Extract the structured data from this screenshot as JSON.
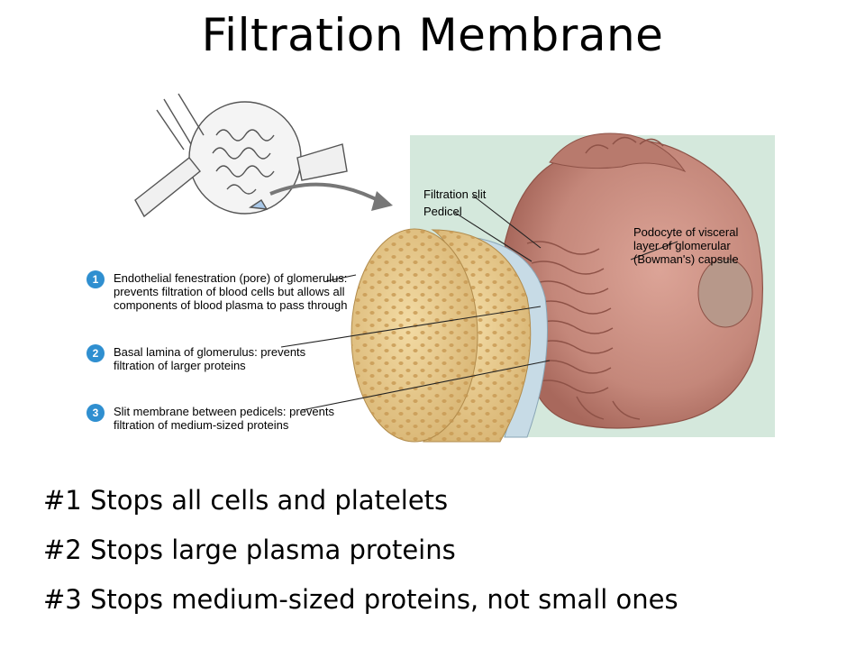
{
  "title": "Filtration Membrane",
  "figure": {
    "callouts": {
      "filtration_slit": "Filtration slit",
      "pedicel": "Pedicel",
      "podocyte": [
        "Podocyte of visceral",
        "layer of glomerular",
        "(Bowman's) capsule"
      ]
    },
    "legend": [
      {
        "number": "1",
        "text": "Endothelial fenestration (pore) of glomerulus: prevents filtration of blood cells but allows all components of blood plasma to pass through"
      },
      {
        "number": "2",
        "text": "Basal lamina of glomerulus: prevents filtration of larger proteins"
      },
      {
        "number": "3",
        "text": "Slit membrane between pedicels: prevents filtration of medium-sized proteins"
      }
    ],
    "colors": {
      "badge": "#2f8fd0",
      "podocyte": "#c98a7d",
      "endothelium": "#e8c98a",
      "background_panel": "#d4e8dc"
    }
  },
  "bullets": [
    "#1 Stops all cells and platelets",
    "#2 Stops large plasma proteins",
    "#3 Stops medium-sized proteins, not small ones"
  ]
}
